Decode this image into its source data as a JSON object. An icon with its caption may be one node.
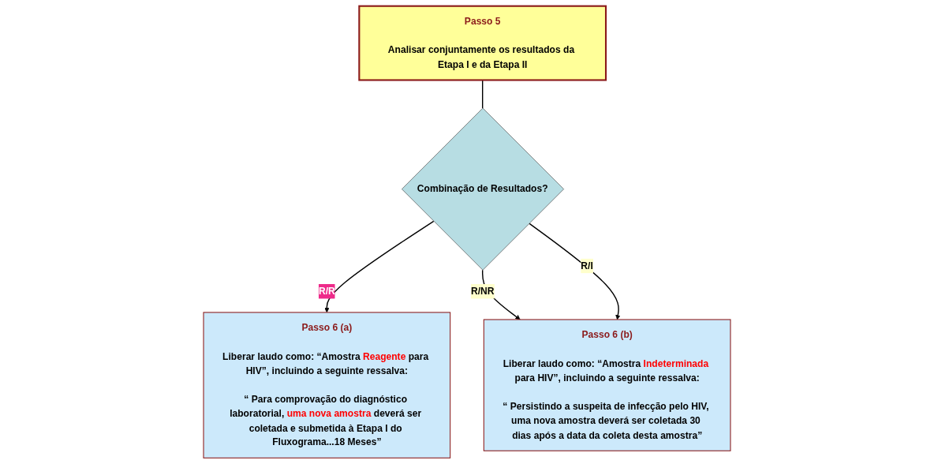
{
  "diagram": {
    "nodes": [
      {
        "text": [
          "Passo 5",
          "Analisar conjuntamente os resultados da Etapa I e da Etapa II"
        ]
      },
      {
        "text": [
          "Combinação de Resultados?"
        ]
      },
      {
        "text": [
          "Passo 6 (a)",
          "Liberar laudo como: “Amostra **Reagente** para HIV”, incluindo a seguinte ressalva:",
          "“ Para comprovação do diagnóstico laboratorial, **uma nova amostra** deverá ser coletada e submetida à Etapa I do Fluxograma...18 Meses”"
        ]
      },
      {
        "text": [
          "Passo 6 (b)",
          "Liberar laudo como: “Amostra **Indeterminada** para HIV”, incluindo a seguinte ressalva:",
          "“ Persistindo a suspeita de infecção pelo HIV, uma nova amostra deverá ser coletada 30 dias após a data da coleta desta amostra”"
        ]
      }
    ],
    "edges": [
      {
        "from": 0,
        "to": 1,
        "arrow": "none"
      },
      {
        "from": 1,
        "to": 2,
        "arrow": "to",
        "label": "R/R"
      },
      {
        "from": 1,
        "to": 3,
        "arrow": "to",
        "label": "R/NR"
      },
      {
        "from": 1,
        "to": 3,
        "arrow": "to",
        "label": "R/I"
      }
    ]
  }
}
